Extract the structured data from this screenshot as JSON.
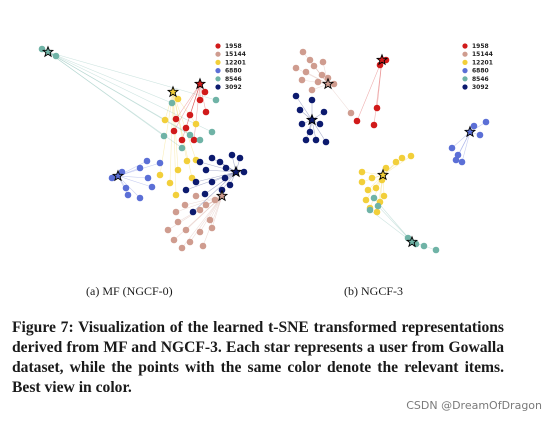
{
  "figure": {
    "legend_values": [
      "1958",
      "15144",
      "12201",
      "6880",
      "8546",
      "3092"
    ],
    "colors": [
      "#d11a1a",
      "#cf9c8f",
      "#f2cf3a",
      "#5b6fd6",
      "#6fb3a6",
      "#0c1a6e"
    ],
    "subfigure_a_caption": "(a) MF (NGCF-0)",
    "subfigure_b_caption": "(b) NGCF-3"
  },
  "caption": "Figure 7: Visualization of the learned t-SNE transformed representations derived from MF and NGCF-3. Each star represents a user from Gowalla dataset, while the points with the same color denote the relevant items. Best view in color.",
  "watermark": "CSDN @DreamOfDragon"
}
